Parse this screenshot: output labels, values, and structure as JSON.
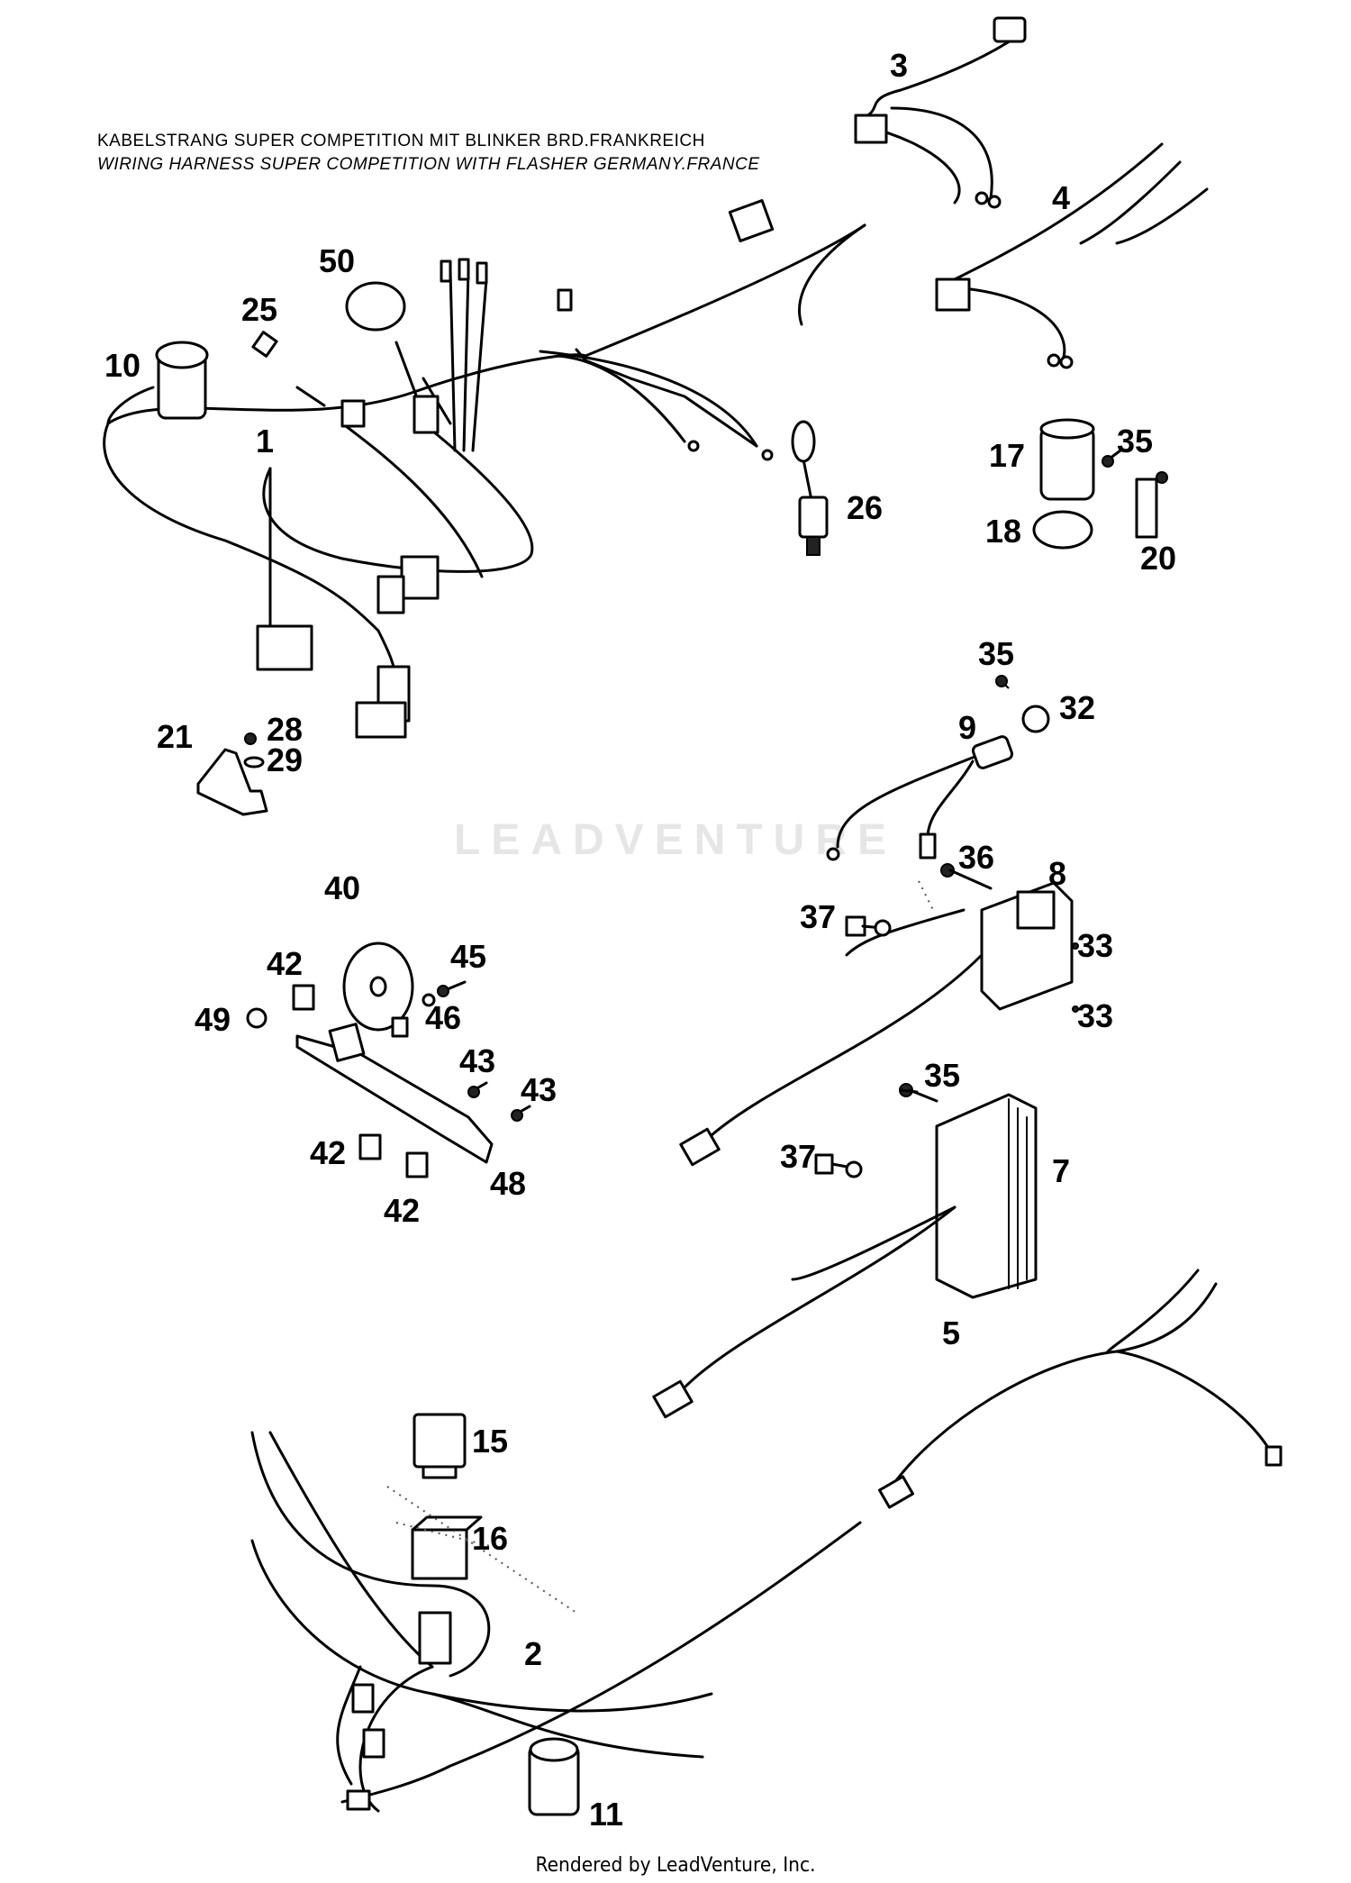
{
  "header": {
    "title_de": "KABELSTRANG SUPER COMPETITION MIT BLINKER BRD.FRANKREICH",
    "title_en": "WIRING HARNESS SUPER COMPETITION WITH FLASHER GERMANY.FRANCE"
  },
  "watermark": "LEADVENTURE",
  "footer": "Rendered by LeadVenture, Inc.",
  "callouts": [
    "3",
    "4",
    "50",
    "25",
    "10",
    "1",
    "26",
    "17",
    "35",
    "18",
    "20",
    "28",
    "29",
    "21",
    "35",
    "32",
    "9",
    "36",
    "8",
    "37",
    "33",
    "33",
    "40",
    "42",
    "45",
    "49",
    "46",
    "43",
    "43",
    "42",
    "48",
    "42",
    "35",
    "37",
    "7",
    "5",
    "15",
    "16",
    "2",
    "11"
  ],
  "colors": {
    "ink": "#000000",
    "paper": "#ffffff",
    "watermark": "#e6e6e6"
  }
}
